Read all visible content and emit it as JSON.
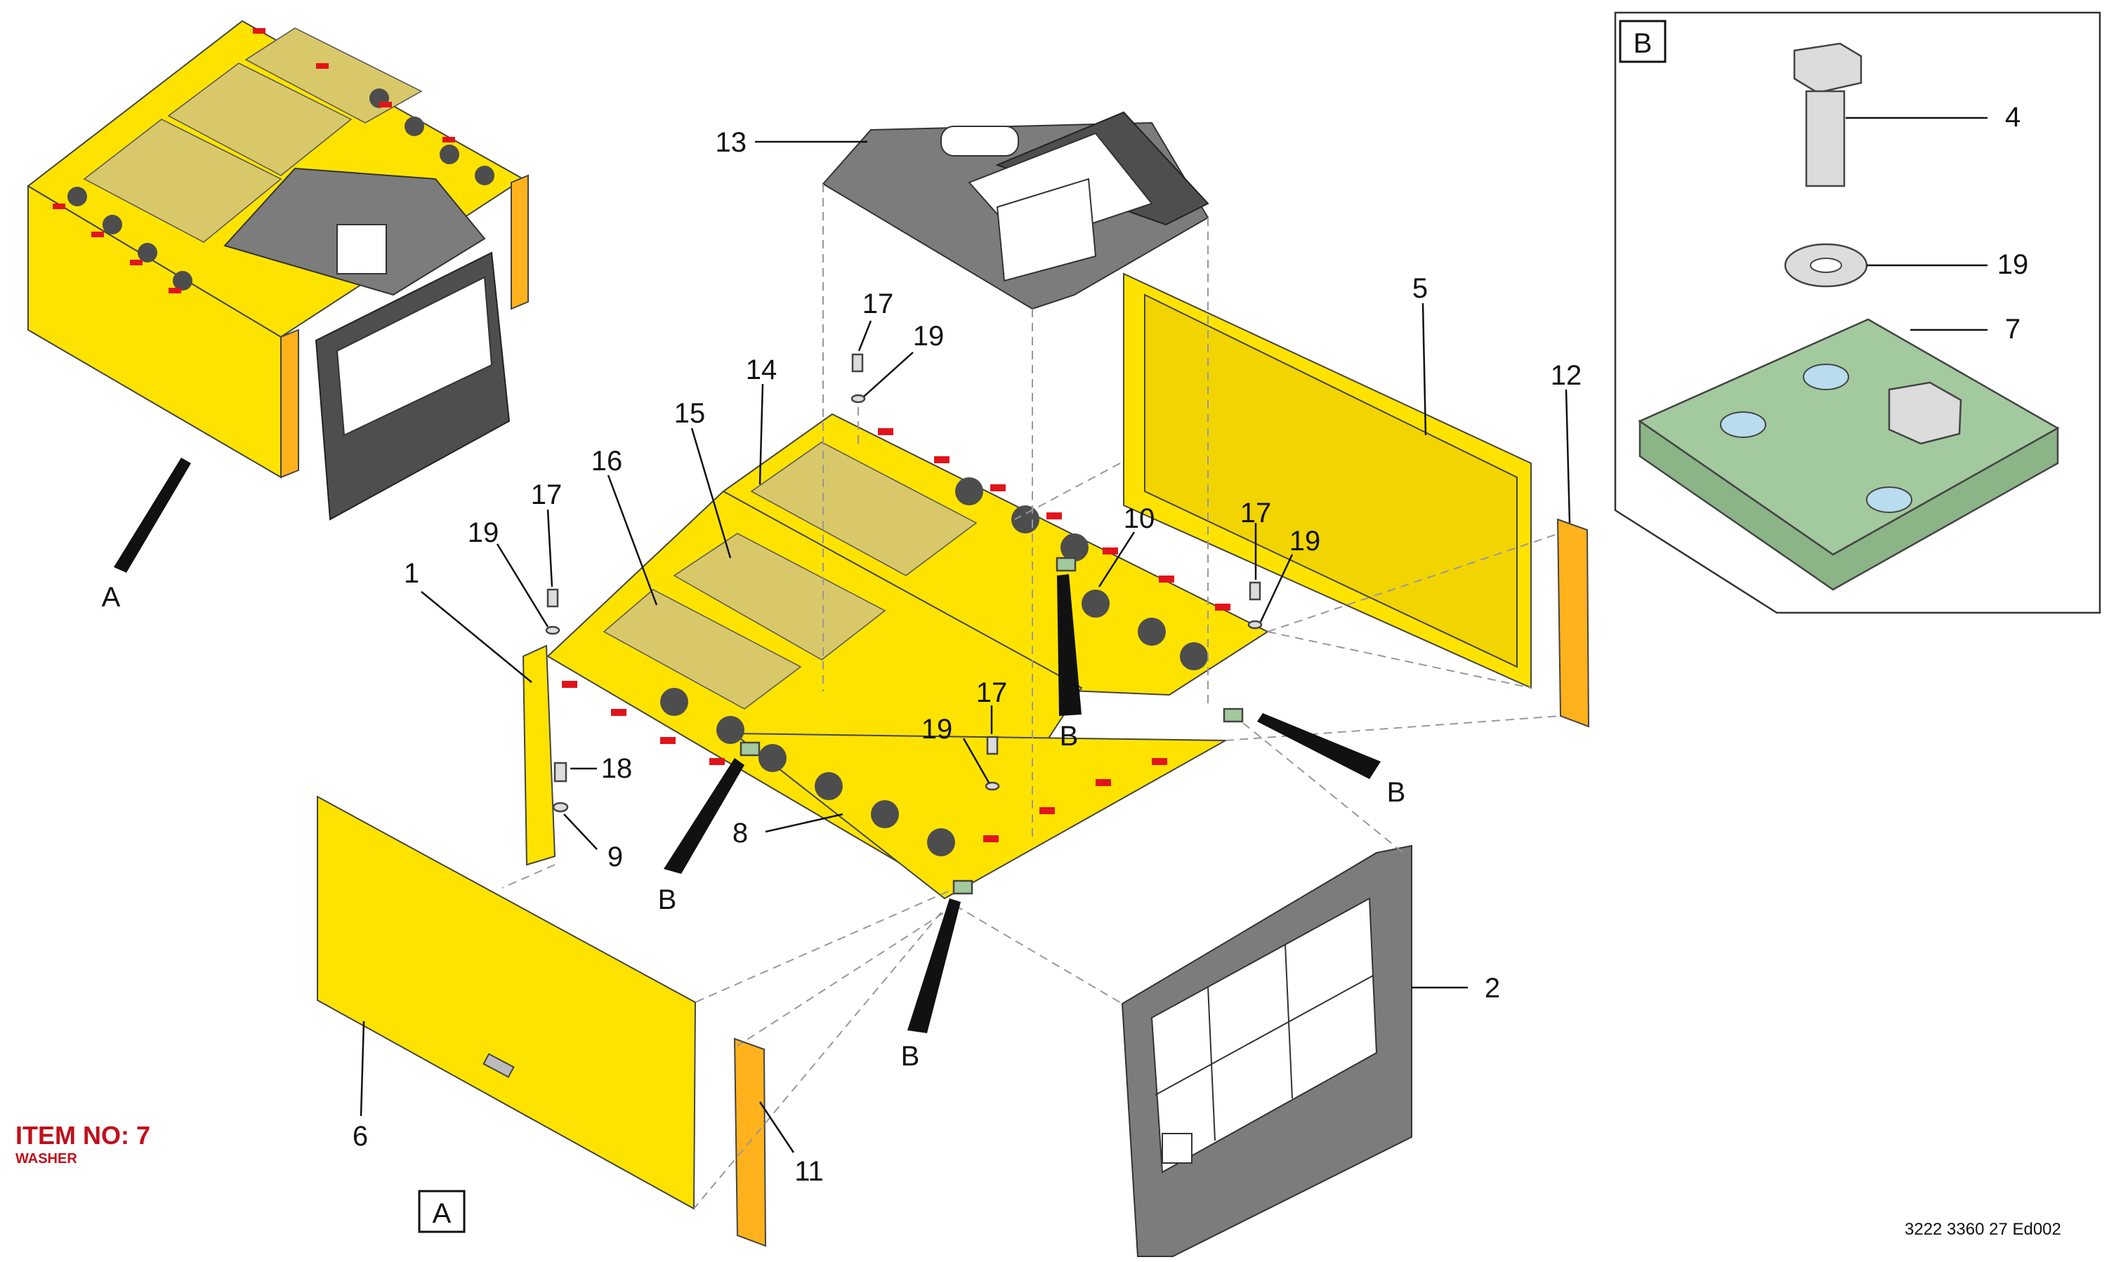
{
  "callouts": {
    "c1": "1",
    "c2": "2",
    "c4": "4",
    "c5": "5",
    "c6": "6",
    "c7": "7",
    "c8": "8",
    "c9": "9",
    "c10": "10",
    "c11": "11",
    "c12": "12",
    "c13": "13",
    "c14": "14",
    "c15": "15",
    "c16": "16",
    "c17": "17",
    "c18": "18",
    "c19": "19"
  },
  "views": {
    "a_pointer": "A",
    "b_pointer": "B",
    "detail_a_label": "A",
    "detail_b_label": "B"
  },
  "item_info": {
    "item_no": "ITEM NO: 7",
    "description": "WASHER"
  },
  "document_ref": "3222 3360 27 Ed002",
  "colors": {
    "panel_yellow": "#ffe300",
    "grille_grey": "#7c7c7c",
    "reflector_red": "#e2141b",
    "plate_green": "#a3c99e",
    "highlight_red": "#c0101a"
  }
}
